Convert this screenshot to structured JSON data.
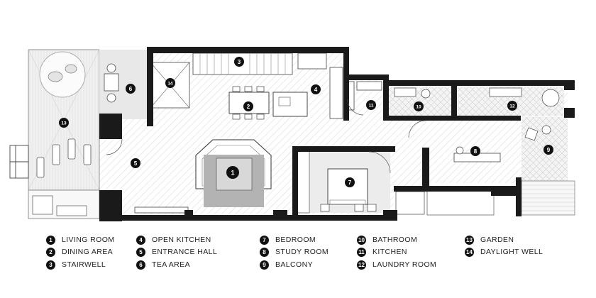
{
  "colors": {
    "wall": "#1a1a1a",
    "line": "#444444",
    "rug": "#b5b5b5",
    "garden": "#f1f1f1",
    "tile": "#e9e9e9",
    "hatch": "#d8d8d8"
  },
  "markers": [
    {
      "num": "1",
      "label": "LIVING ROOM"
    },
    {
      "num": "2",
      "label": "DINING AREA"
    },
    {
      "num": "3",
      "label": "STAIRWELL"
    },
    {
      "num": "4",
      "label": "OPEN KITCHEN"
    },
    {
      "num": "5",
      "label": "ENTRANCE HALL"
    },
    {
      "num": "6",
      "label": "TEA AREA"
    },
    {
      "num": "7",
      "label": "BEDROOM"
    },
    {
      "num": "8",
      "label": "STUDY ROOM"
    },
    {
      "num": "9",
      "label": "BALCONY"
    },
    {
      "num": "10",
      "label": "BATHROOM"
    },
    {
      "num": "11",
      "label": "KITCHEN"
    },
    {
      "num": "12",
      "label": "LAUNDRY ROOM"
    },
    {
      "num": "13",
      "label": "GARDEN"
    },
    {
      "num": "14",
      "label": "DAYLIGHT WELL"
    }
  ]
}
